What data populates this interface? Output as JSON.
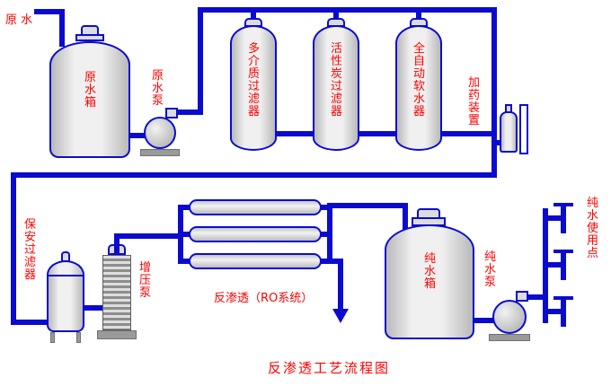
{
  "diagram": {
    "title": "反渗透工艺流程图",
    "components": {
      "raw_water_inlet": "原 水",
      "raw_water_tank": "原水箱",
      "raw_water_pump": "原水泵",
      "multimedia_filter": "多介质过滤器",
      "carbon_filter": "活性炭过滤器",
      "softener": "全自动软水器",
      "dosing_device": "加药装置",
      "security_filter": "保安过滤器",
      "booster_pump": "增压泵",
      "ro_unit": "反渗透（RO系统）",
      "pure_water_tank": "纯水箱",
      "pure_water_pump": "纯水泵",
      "pure_water_use_point": "纯水使用点"
    },
    "colors": {
      "pipe_blue": "#0b0bd0",
      "label_red": "#ff0000",
      "vessel_light": "#f0f0f0",
      "vessel_dark": "#b9b9b9"
    }
  }
}
